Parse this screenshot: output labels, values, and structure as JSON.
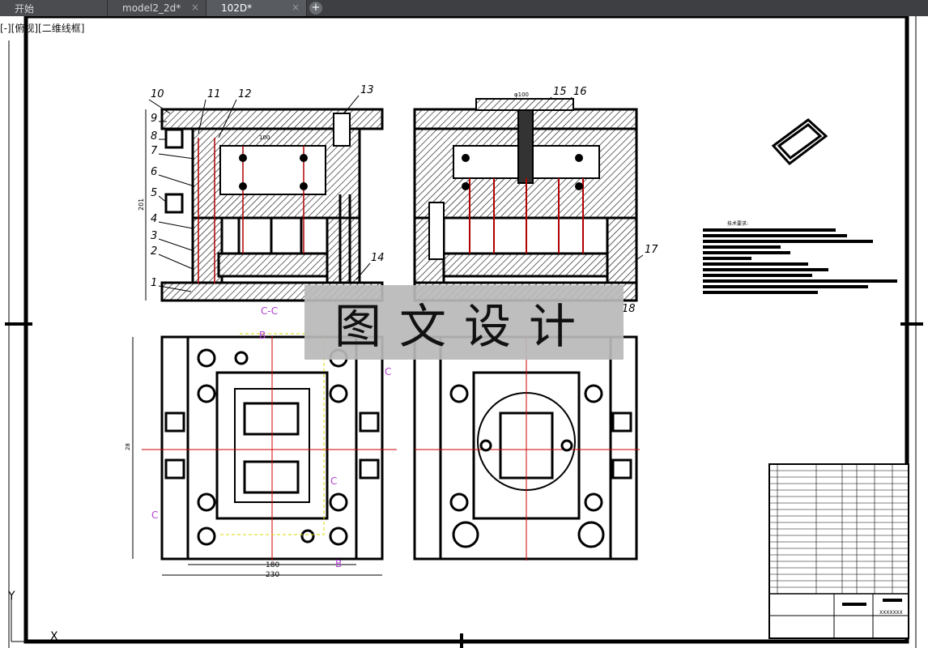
{
  "tabs": [
    {
      "label": "开始",
      "closable": false,
      "active": false
    },
    {
      "label": "model2_2d*",
      "closable": true,
      "active": false
    },
    {
      "label": "102D*",
      "closable": true,
      "active": true
    }
  ],
  "tab_close_glyph": "×",
  "tab_add_glyph": "+",
  "view_label": "[-][俯视][二维线框]",
  "part_numbers": [
    "1",
    "2",
    "3",
    "4",
    "5",
    "6",
    "7",
    "8",
    "9",
    "10",
    "11",
    "12",
    "13",
    "14",
    "15",
    "16",
    "17",
    "18"
  ],
  "section_label": "C-C",
  "section_marks": {
    "B": "B",
    "C": "C"
  },
  "dims": {
    "height_201": "201",
    "width_180": "180",
    "width_230": "230",
    "left_vert": "28"
  },
  "notes_title": "技术要求:",
  "title_block_code": "XXXXXXX",
  "watermark": "图文设计",
  "ucs": {
    "y": "Y",
    "x": "X"
  }
}
